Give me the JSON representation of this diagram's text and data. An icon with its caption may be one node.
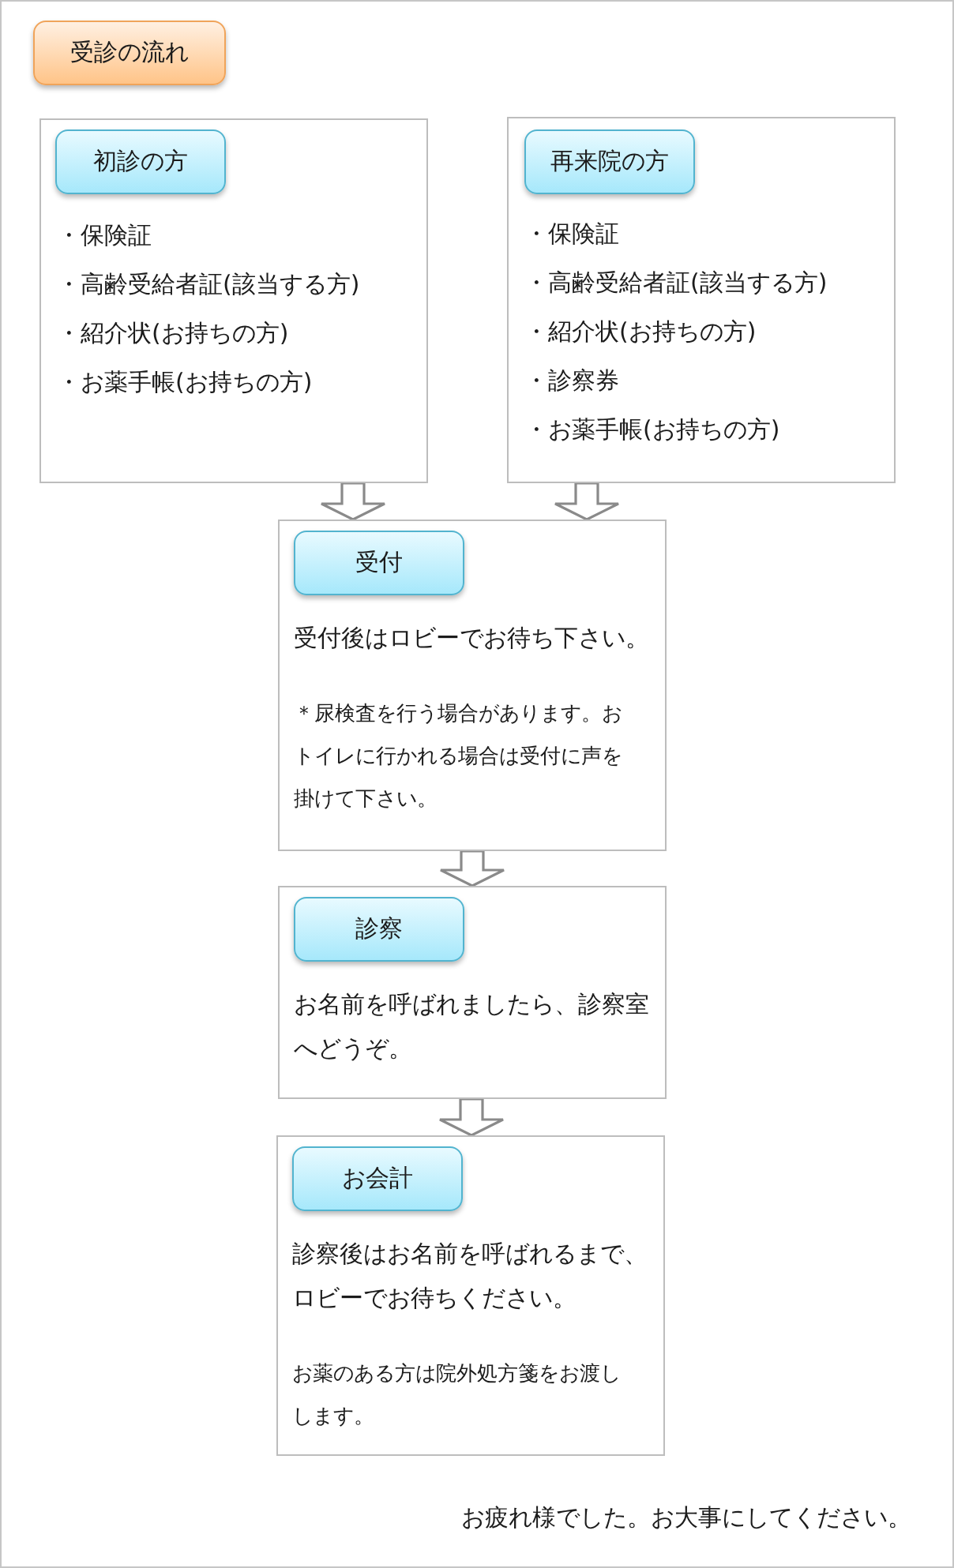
{
  "diagram": {
    "title": "受診の流れ",
    "nodes": [
      {
        "text": [
          "・保険証",
          "・高齢受給者証(該当する方)",
          "・紹介状(お持ちの方)",
          "・お薬手帳(お持ちの方)"
        ]
      },
      {
        "text": [
          "初診の方"
        ],
        "in": 0
      },
      {
        "text": [
          "・保険証",
          "・高齢受給者証(該当する方)",
          "・紹介状(お持ちの方)",
          "・診察券",
          "・お薬手帳(お持ちの方)"
        ]
      },
      {
        "text": [
          "再来院の方"
        ],
        "in": 2
      },
      {
        "text": [
          "受付後はロビーでお待ち下さい。",
          "＊尿検査を行う場合があります。おトイレに行かれる場合は受付に声を掛けて下さい。"
        ]
      },
      {
        "text": [
          "受付"
        ],
        "in": 4
      },
      {
        "text": [
          "お名前を呼ばれましたら、診察室へどうぞ。"
        ]
      },
      {
        "text": [
          "診察"
        ],
        "in": 6
      },
      {
        "text": [
          "診察後はお名前を呼ばれるまで、ロビーでお待ちください。",
          "お薬のある方は院外処方箋をお渡しします。"
        ]
      },
      {
        "text": [
          "お会計"
        ],
        "in": 8
      }
    ],
    "edges": [
      {
        "from": 0,
        "to": 4,
        "arrow": "to"
      },
      {
        "from": 2,
        "to": 4,
        "arrow": "to"
      },
      {
        "from": 4,
        "to": 6,
        "arrow": "to"
      },
      {
        "from": 6,
        "to": 8,
        "arrow": "to"
      }
    ],
    "labels": [
      "お疲れ様でした。お大事にしてください。"
    ]
  }
}
